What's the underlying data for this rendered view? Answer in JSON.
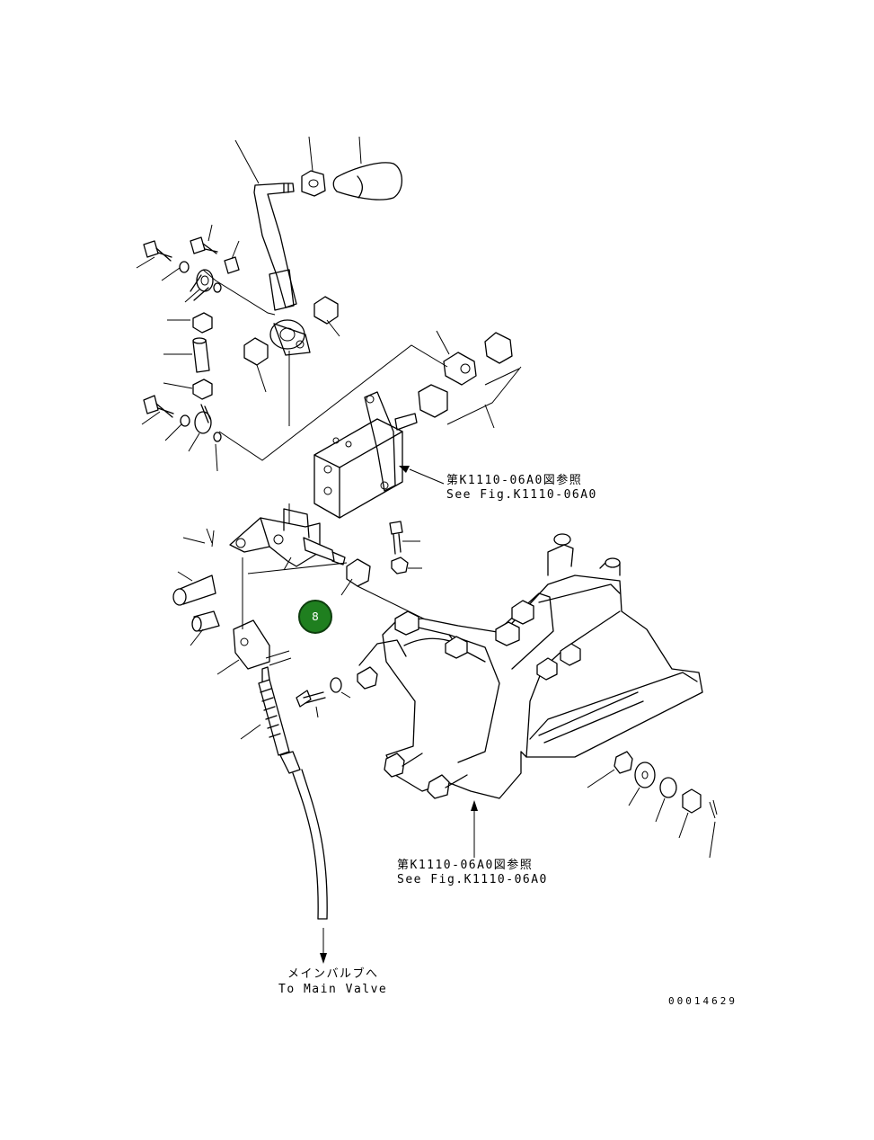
{
  "notes": {
    "ref_upper_jp": "第K1110-06A0図参照",
    "ref_upper_en": "See Fig.K1110-06A0",
    "ref_lower_jp": "第K1110-06A0図参照",
    "ref_lower_en": "See Fig.K1110-06A0",
    "dest_jp": "メインバルブへ",
    "dest_en": "To Main Valve",
    "drawing_no": "00014629"
  },
  "hotspot": {
    "label": "8",
    "color": "#1f7f1f"
  }
}
